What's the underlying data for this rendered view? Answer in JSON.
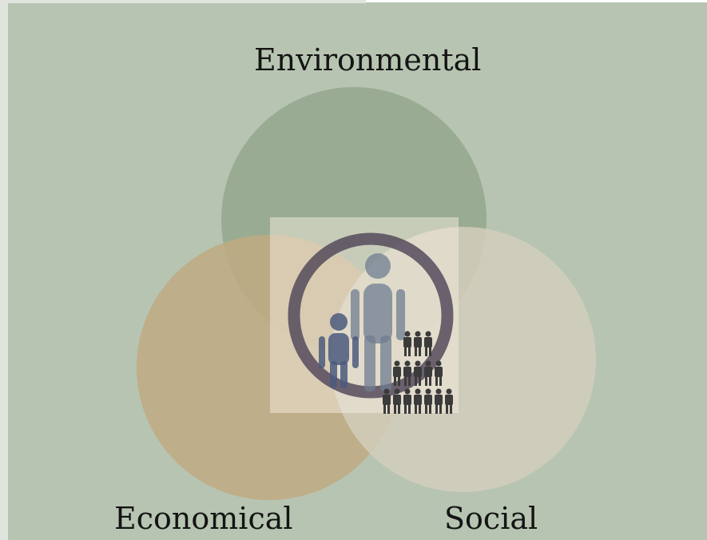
{
  "diagram": {
    "labels": {
      "environmental": "Environmental",
      "economical": "Economical",
      "social": "Social"
    },
    "center_icon": "family-community-icon",
    "colors": {
      "background": "#b7c4b1",
      "environmental_circle": "#95a88e",
      "economical_circle": "#bba983",
      "social_circle": "#ccc9b8",
      "center_ring": "#4f4658",
      "people": "#3b3b3b"
    }
  }
}
